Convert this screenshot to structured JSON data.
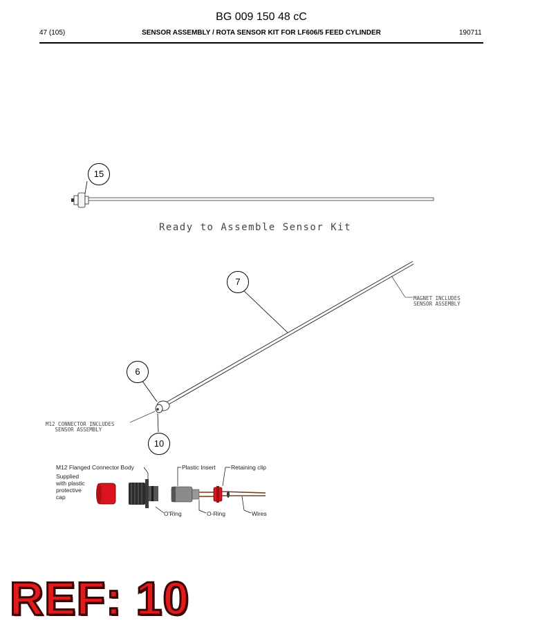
{
  "header": {
    "doc_code": "BG 009 150 48 cC",
    "page": "47 (105)",
    "title": "SENSOR ASSEMBLY / ROTA SENSOR KIT FOR LF606/5 FEED CYLINDER",
    "date": "190711"
  },
  "figure": {
    "caption": "Ready to Assemble Sensor Kit",
    "callouts": [
      "15",
      "7",
      "6",
      "10"
    ],
    "notes": {
      "magnet": "MAGNET INCLUDES\nSENSOR ASSEMBLY",
      "m12": "M12 CONNECTOR INCLUDES\n   SENSOR ASSEMBLY"
    }
  },
  "detail": {
    "labels": {
      "body": "M12 Flanged Connector Body",
      "cap": "Supplied\nwith plastic\nprotective\ncap",
      "oring1": "O'Ring",
      "insert": "Plastic Insert",
      "oring2": "O-Ring",
      "clip": "Retaining clip",
      "wires": "Wires"
    },
    "colors": {
      "red_part": "#d9141e",
      "grey_part": "#8a8a8a"
    }
  },
  "footer": {
    "ref": "REF: 10"
  }
}
